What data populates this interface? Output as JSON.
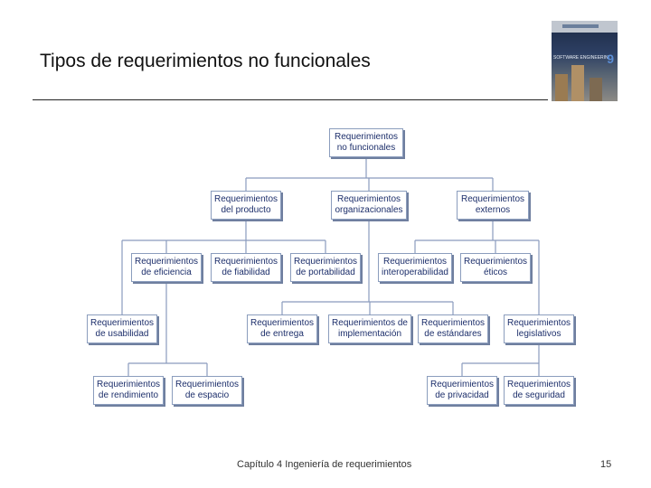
{
  "slide": {
    "title": "Tipos de requerimientos no funcionales",
    "footer": "Capítulo 4 Ingeniería de requerimientos",
    "page_number": "15"
  },
  "book_cover": {
    "lines": [
      "SOFTWARE ENGINEERING",
      "9"
    ]
  },
  "diagram": {
    "nodes": [
      {
        "id": "root",
        "label": "Requerimientos no funcionales"
      },
      {
        "id": "producto",
        "label": "Requerimientos del producto"
      },
      {
        "id": "organizacionales",
        "label": "Requerimientos organizacionales"
      },
      {
        "id": "externos",
        "label": "Requerimientos externos"
      },
      {
        "id": "eficiencia",
        "label": "Requerimientos de eficiencia"
      },
      {
        "id": "fiabilidad",
        "label": "Requerimientos de fiabilidad"
      },
      {
        "id": "portabilidad",
        "label": "Requerimientos de portabilidad"
      },
      {
        "id": "interoperabilidad",
        "label": "Requerimientos interoperabilidad"
      },
      {
        "id": "eticos",
        "label": "Requerimientos éticos"
      },
      {
        "id": "usabilidad",
        "label": "Requerimientos de usabilidad"
      },
      {
        "id": "entrega",
        "label": "Requerimientos de entrega"
      },
      {
        "id": "implementacion",
        "label": "Requerimientos de implementación"
      },
      {
        "id": "estandares",
        "label": "Requerimientos de estándares"
      },
      {
        "id": "legislativos",
        "label": "Requerimientos legislativos"
      },
      {
        "id": "rendimiento",
        "label": "Requerimientos de rendimiento"
      },
      {
        "id": "espacio",
        "label": "Requerimientos de espacio"
      },
      {
        "id": "privacidad",
        "label": "Requerimientos de privacidad"
      },
      {
        "id": "seguridad",
        "label": "Requerimientos de seguridad"
      }
    ],
    "edges": [
      [
        "root",
        "producto"
      ],
      [
        "root",
        "organizacionales"
      ],
      [
        "root",
        "externos"
      ],
      [
        "producto",
        "eficiencia"
      ],
      [
        "producto",
        "fiabilidad"
      ],
      [
        "producto",
        "portabilidad"
      ],
      [
        "producto",
        "usabilidad"
      ],
      [
        "organizacionales",
        "entrega"
      ],
      [
        "organizacionales",
        "implementacion"
      ],
      [
        "organizacionales",
        "estandares"
      ],
      [
        "externos",
        "interoperabilidad"
      ],
      [
        "externos",
        "eticos"
      ],
      [
        "externos",
        "legislativos"
      ],
      [
        "eficiencia",
        "rendimiento"
      ],
      [
        "eficiencia",
        "espacio"
      ],
      [
        "legislativos",
        "privacidad"
      ],
      [
        "legislativos",
        "seguridad"
      ]
    ]
  }
}
